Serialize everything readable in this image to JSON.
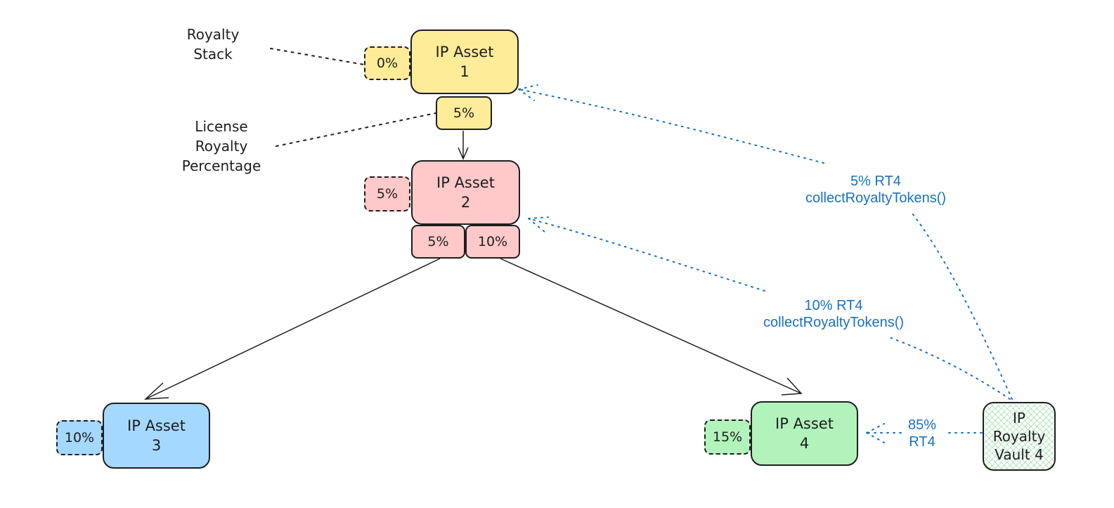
{
  "colors": {
    "asset1": "#ffec99",
    "asset2": "#ffc9c9",
    "asset3": "#a5d8ff",
    "asset4": "#b2f2bb",
    "vault_hatch": "#40c057",
    "stroke": "#1e1e1e",
    "royalty_flow": "#1971c2"
  },
  "annotations": {
    "royalty_stack": "Royalty\nStack",
    "license_royalty_percentage": "License\nRoyalty\nPercentage"
  },
  "nodes": {
    "asset1": {
      "label": "IP Asset\n1",
      "royalty_stack": "0%",
      "license_percentages": [
        "5%"
      ]
    },
    "asset2": {
      "label": "IP Asset\n2",
      "royalty_stack": "5%",
      "license_percentages": [
        "5%",
        "10%"
      ]
    },
    "asset3": {
      "label": "IP Asset\n3",
      "royalty_stack": "10%"
    },
    "asset4": {
      "label": "IP Asset\n4",
      "royalty_stack": "15%"
    },
    "vault4": {
      "label": "IP\nRoyalty\nVault 4"
    }
  },
  "flows": {
    "to_asset1": "5% RT4\ncollectRoyaltyTokens()",
    "to_asset2": "10% RT4\ncollectRoyaltyTokens()",
    "to_asset4": "85%\nRT4"
  }
}
